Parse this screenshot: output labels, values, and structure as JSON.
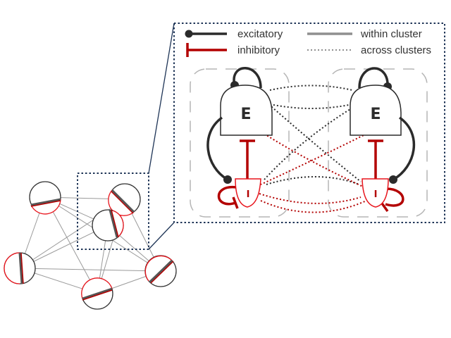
{
  "legend": {
    "excitatory": "excitatory",
    "inhibitory": "inhibitory",
    "within_cluster": "within cluster",
    "across_clusters": "across clusters"
  },
  "clusters": {
    "left": {
      "excitatory_label": "E",
      "inhibitory_label": "I"
    },
    "right": {
      "excitatory_label": "E",
      "inhibitory_label": "I"
    }
  },
  "colors": {
    "excitatory": "#2b2b2b",
    "inhibitory": "#b30000",
    "inhibitory_outline": "#e8141c",
    "frame": "#1f3557",
    "within_cluster_line": "#8f8f8f",
    "across_clusters_line": "#8f8f8f",
    "cluster_box": "#b5b5b5"
  }
}
